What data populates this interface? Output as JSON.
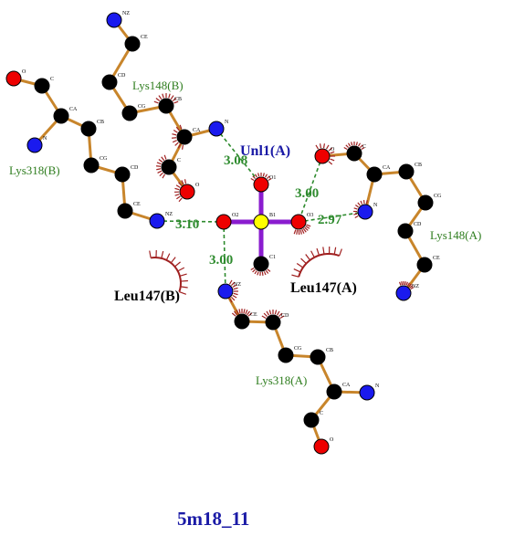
{
  "title": "5m18_11",
  "ligand": "Unl1(A)",
  "colors": {
    "carbon": "#000000",
    "oxygen": "#ee0000",
    "nitrogen": "#1a1aee",
    "boron": "#ffff00",
    "residue_bond": "#c8852b",
    "ligand_bond": "#8a1ccf",
    "hbond": "#2e8b2e",
    "hydrophobic": "#a02020"
  },
  "residue_labels": [
    "Lys148(B)",
    "Lys318(B)",
    "Lys148(A)",
    "Lys318(A)",
    "Leu147(B)",
    "Leu147(A)"
  ],
  "hbond_distances": [
    "3.08",
    "3.00",
    "2.97",
    "3.10",
    "3.00"
  ],
  "atom_labels": {
    "l_b1": "B1",
    "l_o1": "O1",
    "l_o2": "O2",
    "l_o3": "O3",
    "l_c1": "C1",
    "a_nz": "NZ",
    "a_ce": "CE",
    "a_cd": "CD",
    "a_cg": "CG",
    "a_cb": "CB",
    "a_ca": "CA",
    "a_c": "C",
    "a_o": "O",
    "a_n": "N",
    "b_o": "O",
    "b_c": "C",
    "b_ca": "CA",
    "b_n": "N",
    "b_cb": "CB",
    "b_cg": "CG",
    "b_cd": "CD",
    "b_ce": "CE",
    "b_nz": "NZ",
    "c_n": "N",
    "c_ca": "CA",
    "c_c": "C",
    "c_o": "O",
    "c_cb": "CB",
    "c_cg": "CG",
    "c_cd": "CD",
    "c_ce": "CE",
    "d_o": "O",
    "d_c": "C",
    "d_ca": "CA",
    "d_n": "N",
    "d_cb": "CB",
    "d_cg": "CG",
    "d_cd": "CD",
    "d_ce": "CE",
    "d_nz": "NZ",
    "e_nz": "NZ",
    "e_ce": "CE",
    "e_cd": "CD",
    "e_cg": "CG",
    "e_cb": "CB",
    "e_ca": "CA",
    "e_n": "N",
    "e_c": "C",
    "e_o": "O"
  }
}
